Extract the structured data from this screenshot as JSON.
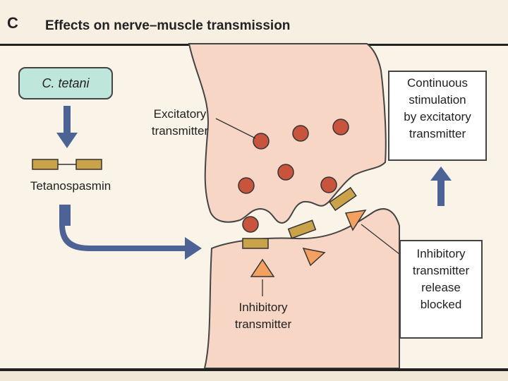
{
  "header": {
    "letter": "C",
    "title": "Effects on nerve–muscle transmission"
  },
  "source": {
    "label": "C. tetani"
  },
  "toxin": {
    "label": "Tetanospasmin"
  },
  "excitatory": {
    "line1": "Excitatory",
    "line2": "transmitter"
  },
  "inhibitory": {
    "line1": "Inhibitory",
    "line2": "transmitter"
  },
  "outcome": {
    "lines": [
      "Continuous",
      "stimulation",
      "by excitatory",
      "transmitter"
    ]
  },
  "blocked": {
    "lines": [
      "Inhibitory",
      "transmitter",
      "release",
      "blocked"
    ]
  },
  "colors": {
    "neuron_fill": "#f8d6c6",
    "vesicle": "#c9543e",
    "toxin_block": "#c9a24a",
    "inhibitory_triangle": "#f4a060",
    "arrow_blue": "#4d6396",
    "source_fill": "#bfe6da"
  }
}
